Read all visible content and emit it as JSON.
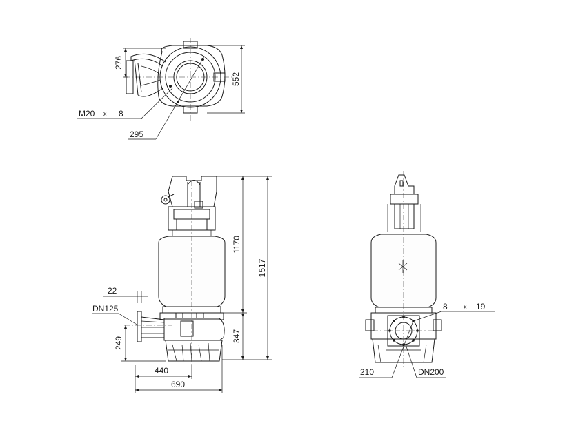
{
  "top_view": {
    "dim_width": "276",
    "dim_depth": "552",
    "bolt_label": "M20",
    "bolt_times": "x",
    "bolt_count": "8",
    "pcd": "295"
  },
  "side_view": {
    "dim_flange_offset": "22",
    "outlet_label": "DN125",
    "dim_outlet_height": "249",
    "dim_motor_height": "1170",
    "dim_total_height": "1517",
    "dim_lower_height": "347",
    "dim_width_440": "440",
    "dim_width_690": "690"
  },
  "front_view": {
    "hole_count": "8",
    "hole_times": "x",
    "hole_diameter": "19",
    "pcd": "210",
    "inlet_label": "DN200"
  }
}
